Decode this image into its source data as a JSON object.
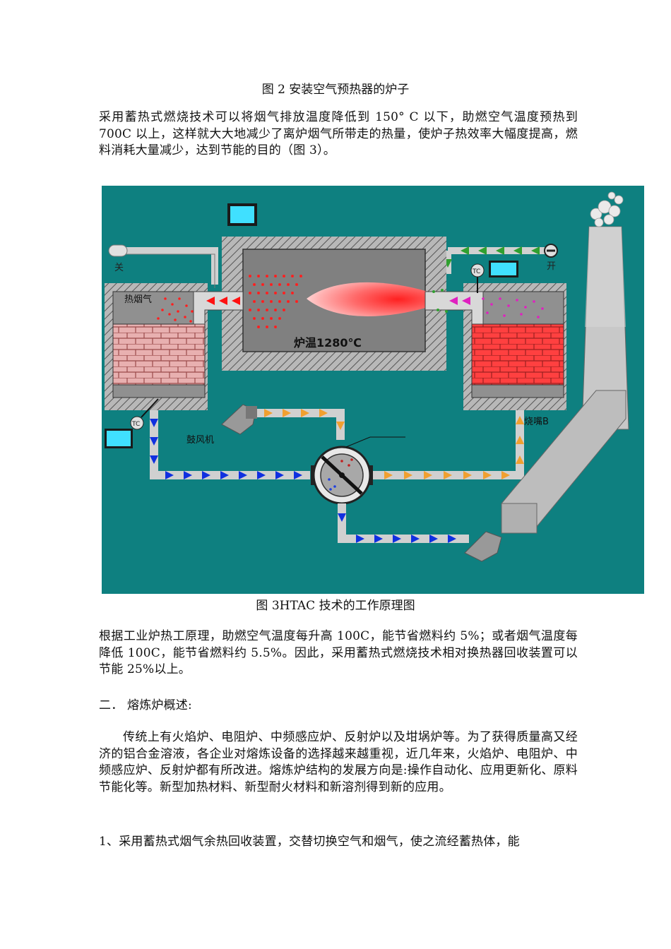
{
  "doc": {
    "caption_fig2": "图 2 安装空气预热器的炉子",
    "para1": "采用蓄热式燃烧技术可以将烟气排放温度降低到 150° C 以下，助燃空气温度预热到 700C 以上，这样就大大地减少了离炉烟气所带走的热量，使炉子热效率大幅度提高，燃料消耗大量减少，达到节能的目的（图 3）。",
    "caption_fig3": "图 3HTAC 技术的工作原理图",
    "para2": "根据工业炉热工原理，助燃空气温度每升高 100C，能节省燃料约 5%；或者烟气温度每降低 100C，能节省燃料约 5.5%。因此，采用蓄热式燃烧技术相对换热器回收装置可以节能 25%以上。",
    "section2_heading": "二．  熔炼炉概述:",
    "para3": "传统上有火焰炉、电阻炉、中频感应炉、反射炉以及坩埚炉等。为了获得质量高又经济的铝合金溶液，各企业对熔炼设备的选择越来越重视，近几年来，火焰炉、电阻炉、中频感应炉、反射炉都有所改进。熔炼炉结构的发展方向是:操作自动化、应用更新化、原料节能化等。新型加热材料、新型耐火材料和新溶剂得到新的应用。",
    "para4": "1、采用蓄热式烟气余热回收装置，交替切换空气和烟气，使之流经蓄热体，能"
  },
  "diagram": {
    "label_close": "关",
    "label_open": "开",
    "label_hot_flue": "热烟气",
    "label_furnace_temp": "炉温1280℃",
    "label_tc_left": "TC",
    "label_tc_right": "TC",
    "label_blower": "鼓风机",
    "label_burner_b": "烧嘴B",
    "colors": {
      "background": "#0e8080",
      "furnace_body": "#808080",
      "wall_hatch": "#b8b8b8",
      "brick_cool": "#e8b0b0",
      "brick_hot": "#ff3a3a",
      "pipe": "#d0d0d0",
      "arrow_blue": "#1030e0",
      "arrow_orange": "#f0a030",
      "arrow_green": "#30a030",
      "arrow_red": "#e02020",
      "monitor": "#40e0ff"
    }
  }
}
